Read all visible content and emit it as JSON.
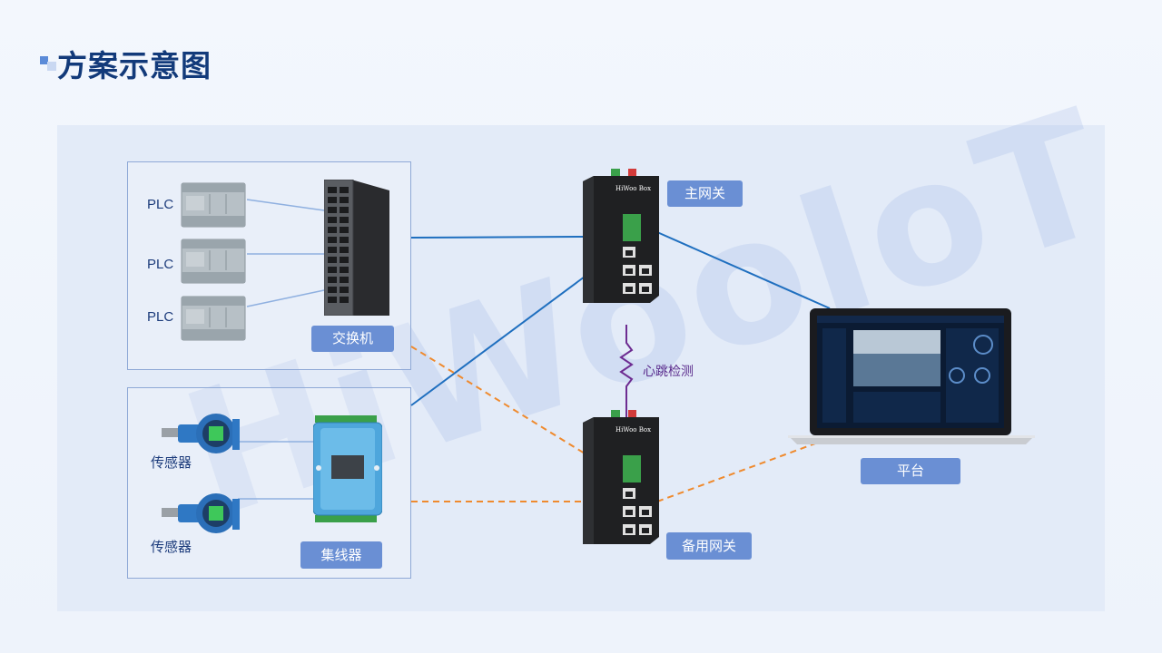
{
  "title": "方案示意图",
  "watermark": "HiWooIoT",
  "devices": {
    "plc_label": "PLC",
    "sensor_label": "传感器",
    "gateway_brand": "HiWoo Box"
  },
  "tags": {
    "switch": "交换机",
    "hub": "集线器",
    "main_gateway": "主网关",
    "backup_gateway": "备用网关",
    "platform": "平台"
  },
  "heartbeat_label": "心跳检测",
  "colors": {
    "primary_link": "#1f6fbf",
    "backup_link": "#ef8a2e",
    "heartbeat": "#6d2c91",
    "tag_bg": "#6a8fd4",
    "title": "#123a7a"
  }
}
